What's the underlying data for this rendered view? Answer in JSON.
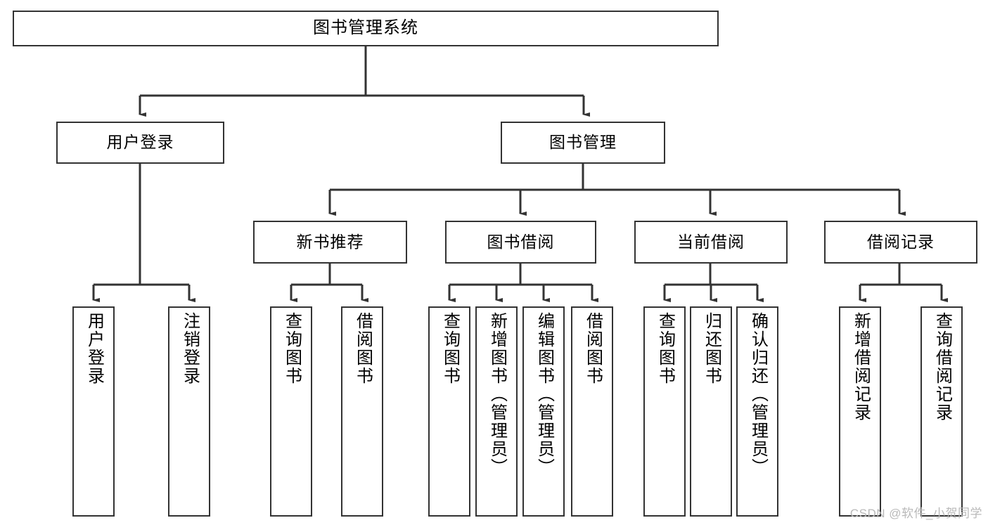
{
  "diagram": {
    "kind": "tree-hierarchy-chart",
    "title": "图书管理系统",
    "watermark": "CSDN @软件_小贺同学",
    "colors": {
      "background": "#ffffff",
      "box_border": "#333333",
      "box_fill": "#ffffff",
      "connector": "#333333",
      "text": "#000000",
      "watermark": "#b9b9b9"
    },
    "levels": {
      "root": {
        "label": "图书管理系统"
      },
      "modules": [
        {
          "id": "user-login",
          "label": "用户登录"
        },
        {
          "id": "book-manage",
          "label": "图书管理"
        }
      ],
      "submodules": [
        {
          "id": "new-book-rec",
          "label": "新书推荐",
          "parent": "book-manage"
        },
        {
          "id": "book-borrow",
          "label": "图书借阅",
          "parent": "book-manage"
        },
        {
          "id": "current-borrow",
          "label": "当前借阅",
          "parent": "book-manage"
        },
        {
          "id": "borrow-record",
          "label": "借阅记录",
          "parent": "book-manage"
        }
      ],
      "leaves": [
        {
          "id": "leaf-user-login",
          "label": "用户登录",
          "parent": "user-login"
        },
        {
          "id": "leaf-logout",
          "label": "注销登录",
          "parent": "user-login"
        },
        {
          "id": "leaf-query-book-1",
          "label": "查询图书",
          "parent": "new-book-rec"
        },
        {
          "id": "leaf-borrow-book-1",
          "label": "借阅图书",
          "parent": "new-book-rec"
        },
        {
          "id": "leaf-query-book-2",
          "label": "查询图书",
          "parent": "book-borrow"
        },
        {
          "id": "leaf-add-book",
          "label": "新增图书（管理员）",
          "parent": "book-borrow"
        },
        {
          "id": "leaf-edit-book",
          "label": "编辑图书（管理员）",
          "parent": "book-borrow"
        },
        {
          "id": "leaf-borrow-book-2",
          "label": "借阅图书",
          "parent": "book-borrow"
        },
        {
          "id": "leaf-query-book-3",
          "label": "查询图书",
          "parent": "current-borrow"
        },
        {
          "id": "leaf-return-book",
          "label": "归还图书",
          "parent": "current-borrow"
        },
        {
          "id": "leaf-confirm-return",
          "label": "确认归还（管理员）",
          "parent": "current-borrow"
        },
        {
          "id": "leaf-add-record",
          "label": "新增借阅记录",
          "parent": "borrow-record"
        },
        {
          "id": "leaf-query-record",
          "label": "查询借阅记录",
          "parent": "borrow-record"
        }
      ]
    }
  }
}
